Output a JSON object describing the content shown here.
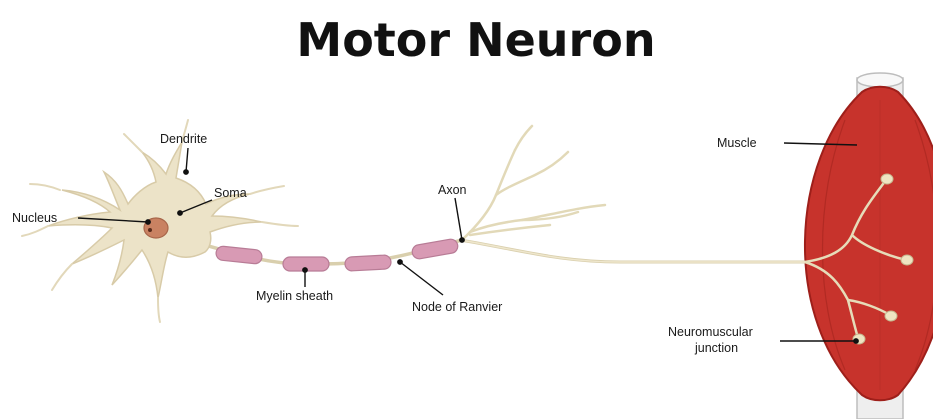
{
  "title": "Motor Neuron",
  "labels": {
    "dendrite": "Dendrite",
    "soma": "Soma",
    "nucleus": "Nucleus",
    "axon": "Axon",
    "myelin": "Myelin sheath",
    "node": "Node of Ranvier",
    "muscle": "Muscle",
    "nmj_line1": "Neuromuscular",
    "nmj_line2": "junction"
  },
  "colors": {
    "cell_body": "#ece3c8",
    "cell_outline": "#d8cba8",
    "nucleus": "#c98262",
    "myelin": "#d89ab4",
    "myelin_outline": "#b87c96",
    "muscle": "#c7332c",
    "muscle_dark": "#9e1f1a",
    "tendon": "#eeeeee",
    "nerve": "#e2d9b8",
    "leader": "#111111"
  }
}
